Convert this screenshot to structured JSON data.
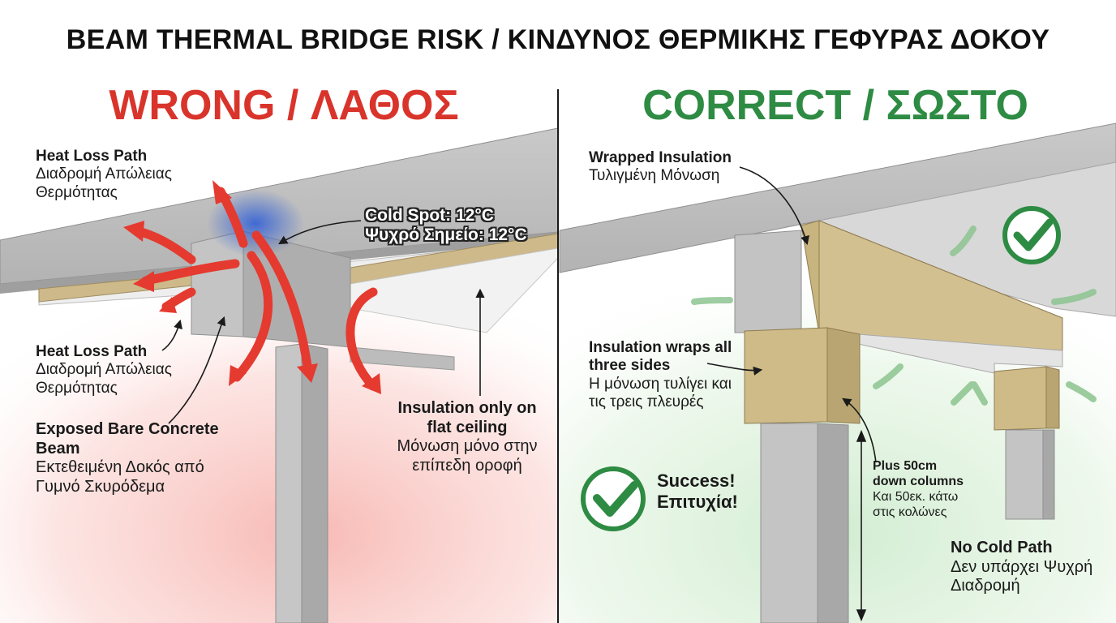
{
  "title": "BEAM THERMAL BRIDGE RISK / ΚΙΝΔΥΝΟΣ ΘΕΡΜΙΚΗΣ ΓΕΦΥΡΑΣ ΔΟΚΟΥ",
  "wrong": {
    "heading": "WRONG / ΛΑΘΟΣ",
    "heat_loss_top": {
      "en": "Heat Loss Path",
      "el": "Διαδρομή Απώλειας Θερμότητας"
    },
    "heat_loss_bottom": {
      "en": "Heat Loss Path",
      "el": "Διαδρομή Απώλειας Θερμότητας"
    },
    "cold_spot": {
      "en": "Cold Spot: 12°C",
      "el": "Ψυχρό Σημείο: 12°C"
    },
    "exposed_beam": {
      "en": "Exposed Bare Concrete Beam",
      "el": "Εκτεθειμένη Δοκός από Γυμνό Σκυρόδεμα"
    },
    "flat_ceiling": {
      "en": "Insulation only on flat ceiling",
      "el": "Μόνωση μόνο στην επίπεδη οροφή"
    }
  },
  "correct": {
    "heading": "CORRECT / ΣΩΣΤΟ",
    "wrapped": {
      "en": "Wrapped Insulation",
      "el": "Τυλιγμένη Μόνωση"
    },
    "three_sides": {
      "en": "Insulation wraps all three sides",
      "el": "Η μόνωση τυλίγει και τις τρεις πλευρές"
    },
    "columns": {
      "en": "Plus 50cm down columns",
      "el": "Και 50εκ. κάτω στις κολώνες"
    },
    "success": {
      "en": "Success!",
      "el": "Επιτυχία!"
    },
    "no_cold": {
      "en": "No Cold Path",
      "el": "Δεν υπάρχει Ψυχρή Διαδρομή"
    }
  },
  "colors": {
    "wrong": "#d9342b",
    "correct": "#2e8b43",
    "concrete": "#b9b9b9",
    "insulation": "#cdb98a",
    "cold": "#2a5bd7"
  }
}
